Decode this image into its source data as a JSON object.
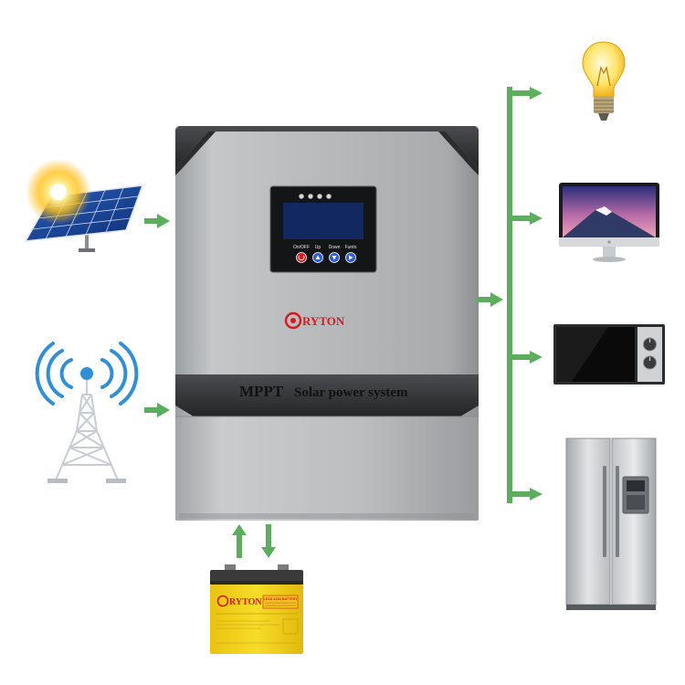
{
  "inverter": {
    "brand": "RYTON",
    "model_label": "MPPT",
    "product_label": "Solar power system",
    "buttons": [
      "On/OFF",
      "Up",
      "Down",
      "Funtn"
    ]
  },
  "battery": {
    "brand": "RYTON",
    "type_label": "LEAD ACID BATTERY"
  },
  "colors": {
    "arrow": "#5cae5e",
    "housing": "#b4b6b8",
    "housing_dark": "#3a3b3d",
    "battery": "#f4d51b",
    "brand": "#d71920"
  },
  "icons": {
    "solar": "solar-panel-icon",
    "grid": "signal-tower-icon",
    "battery": "battery-icon",
    "lamp": "light-bulb-icon",
    "tv": "monitor-icon",
    "microwave": "microwave-icon",
    "fridge": "refrigerator-icon"
  }
}
